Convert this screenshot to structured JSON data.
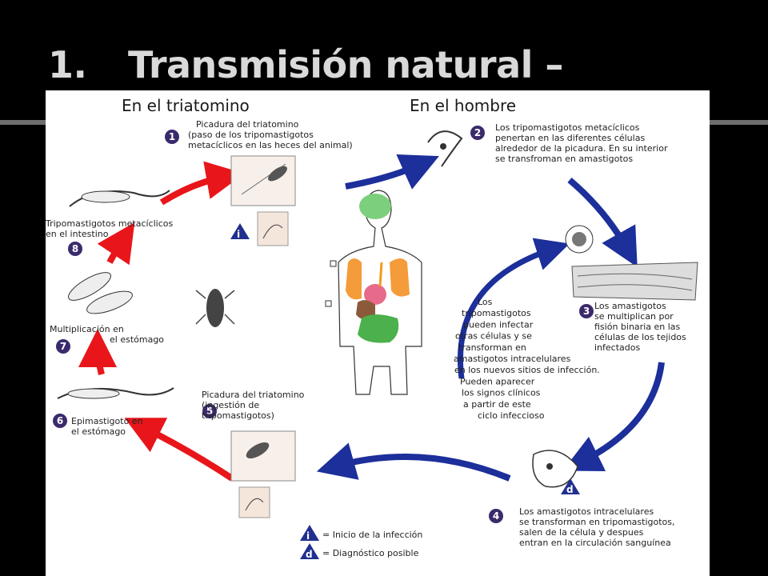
{
  "slide": {
    "number": "1.",
    "title": "Transmisión natural – vectorial"
  },
  "diagram": {
    "header_left": "En el triatomino",
    "header_right": "En el hombre",
    "steps": [
      {
        "n": "1",
        "lines": [
          "Picadura del triatomino",
          "(paso de los tripomastigotos",
          "metacíclicos en las heces del animal)"
        ]
      },
      {
        "n": "2",
        "lines": [
          "Los tripomastigotos metacíclicos",
          "penertan en las diferentes células",
          "alrededor de la picadura. En su interior",
          "se transfroman en amastigotos"
        ]
      },
      {
        "n": "3",
        "lines": [
          "Los amastigotos",
          "se multiplican por",
          "fisión binaria en las",
          "células de los tejidos",
          "infectados"
        ]
      },
      {
        "n": "4",
        "lines": [
          "Los amastigotos intracelulares",
          "se transforman en tripomastigotos,",
          "salen de la célula y  despues",
          "entran en la circulación sanguínea"
        ]
      },
      {
        "n": "5",
        "lines": [
          "Picadura del triatomino",
          "(ingestión de",
          "tripomastigotos)"
        ]
      },
      {
        "n": "6",
        "lines": [
          "Epimastigoto en",
          "el estómago"
        ]
      },
      {
        "n": "7",
        "lines": [
          "Multiplicación en",
          "el estómago"
        ]
      },
      {
        "n": "8",
        "lines": [
          "Tripomastigotos metacíclicos",
          "en el intestino"
        ]
      }
    ],
    "center_note": [
      "Los",
      "tripomastigotos",
      "pueden infectar",
      "otras células y se",
      "transforman en",
      "amastigotos intracelulares",
      "en los nuevos sitios de infección.",
      "Pueden aparecer",
      "los signos clínicos",
      "a partir de este",
      "ciclo infeccioso"
    ],
    "legend": [
      {
        "symbol": "i",
        "label": "= Inicio de la infección"
      },
      {
        "symbol": "d",
        "label": "= Diagnóstico posible"
      }
    ],
    "colors": {
      "human_arrow": "#1c2f9a",
      "vector_arrow": "#e8161a",
      "step_badge": "#3b2a6b",
      "marker": "#21308f"
    }
  }
}
